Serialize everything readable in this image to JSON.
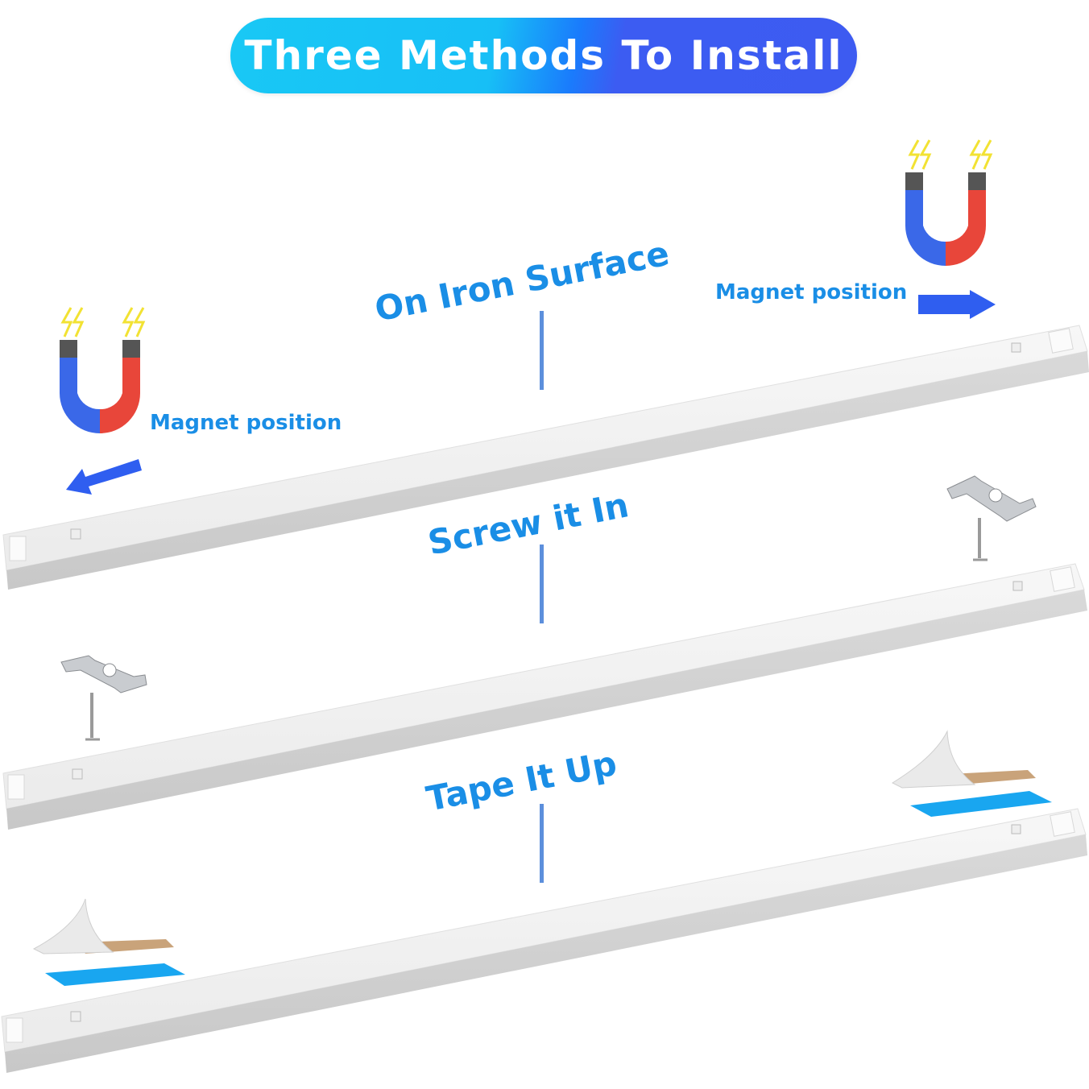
{
  "header": {
    "title": "Three Methods To Install"
  },
  "methods": [
    {
      "label": "On Iron Surface",
      "accessory_label": "Magnet position",
      "accessory_icon": "magnet-icon"
    },
    {
      "label": "Screw it In",
      "accessory_icon": "clip-and-screw-icon"
    },
    {
      "label": "Tape It Up",
      "accessory_icon": "adhesive-tape-icon"
    }
  ],
  "magnet_labels": {
    "left": "Magnet position",
    "right": "Magnet position"
  },
  "colors": {
    "accent_text": "#1a8ee6",
    "pill_start": "#19c8f5",
    "pill_end": "#3d5bf1",
    "arrow": "#2f5ef0",
    "magnet_blue": "#3a68e8",
    "magnet_red": "#e8463a",
    "tape_blue": "#19a6f0"
  }
}
